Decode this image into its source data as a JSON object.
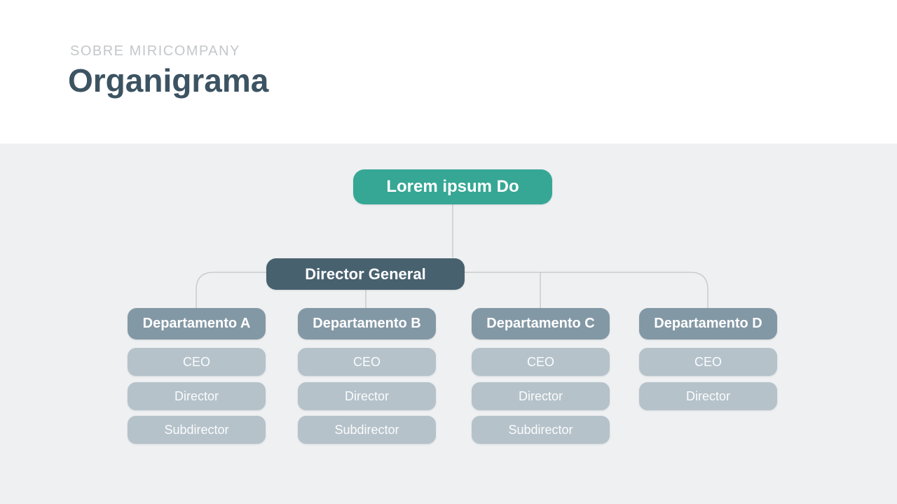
{
  "slide": {
    "eyebrow": "SOBRE MIRICOMPANY",
    "title": "Organigrama"
  },
  "org": {
    "root": {
      "label": "Lorem ipsum Do"
    },
    "manager": {
      "label": "Director General"
    },
    "departments": [
      {
        "label": "Departamento A",
        "roles": [
          "CEO",
          "Director",
          "Subdirector"
        ]
      },
      {
        "label": "Departamento B",
        "roles": [
          "CEO",
          "Director",
          "Subdirector"
        ]
      },
      {
        "label": "Departamento C",
        "roles": [
          "CEO",
          "Director",
          "Subdirector"
        ]
      },
      {
        "label": "Departamento D",
        "roles": [
          "CEO",
          "Director"
        ]
      }
    ]
  },
  "colors": {
    "root_box": "#36a795",
    "manager_box": "#48616f",
    "department_box": "#8398a5",
    "role_box": "#b5c2ca",
    "connector_line": "#c8ccce",
    "title_text": "#3c5362",
    "eyebrow_text": "#c4c7c9",
    "canvas_background": "#eff0f2",
    "header_background": "#ffffff"
  }
}
